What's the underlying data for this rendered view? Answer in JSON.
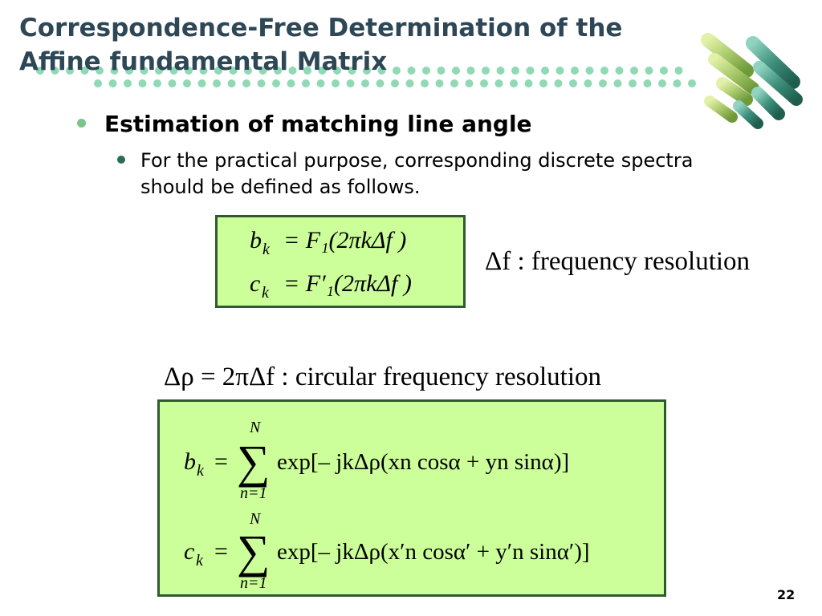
{
  "slide": {
    "title_line1": "Correspondence-Free Determination of the",
    "title_line2": "Affine fundamental Matrix",
    "page_number": "22"
  },
  "bullets": [
    {
      "level": 1,
      "text": "Estimation of matching line angle"
    },
    {
      "level": 2,
      "text": "For the practical purpose, corresponding discrete spectra should be defined as follows."
    }
  ],
  "equations": {
    "box1_line1": {
      "lhs_base": "b",
      "lhs_sub": "k",
      "rhs": "= F₁(2πkΔf )"
    },
    "box1_line2": {
      "lhs_base": "c",
      "lhs_sub": "k",
      "rhs": "= F′₁(2πkΔf )"
    },
    "delta_f_def": "Δf  :  frequency resolution",
    "delta_rho_def": "Δρ = 2πΔf  :  circular frequency resolution",
    "sum_upper": "N",
    "sum_lower": "n=1",
    "bk_sum_body": "exp[– jkΔρ(xn cosα + yn sinα)]",
    "ck_sum_body": "exp[– jkΔρ(x′n cosα′ + y′n sinα′)]"
  },
  "colors": {
    "title": "#2e4756",
    "box_fill": "#ccff99",
    "box_border": "#2f5a2f",
    "bullet1": "#7cc58a",
    "bullet2": "#2a6b5c",
    "dots": "#8fd9b5",
    "logo_light": "#a8c96a",
    "logo_dark": "#3d8f7b"
  },
  "icons": [
    "decorative-capsule-logo-icon"
  ]
}
